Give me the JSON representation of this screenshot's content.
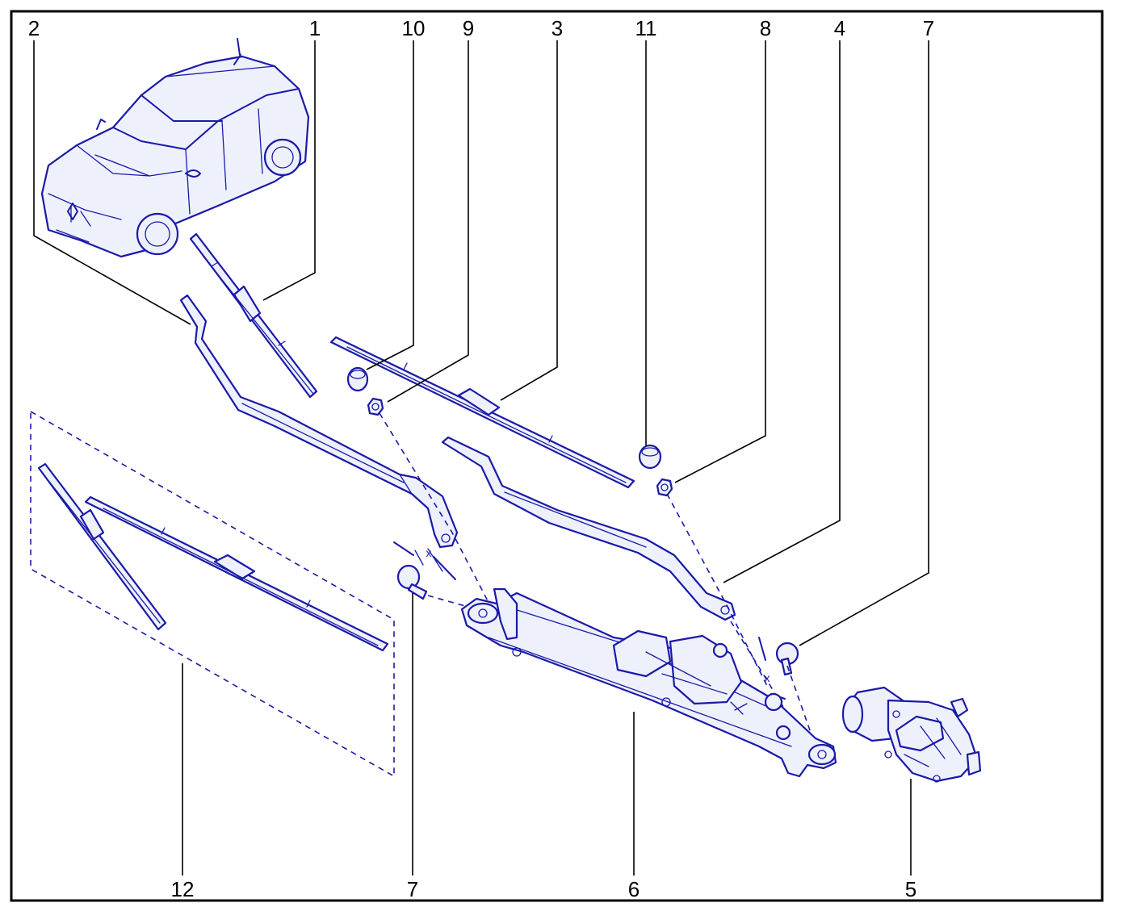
{
  "callouts": {
    "c2": "2",
    "c1": "1",
    "c10": "10",
    "c9": "9",
    "c3": "3",
    "c11": "11",
    "c8": "8",
    "c4": "4",
    "c7_top": "7",
    "c12": "12",
    "c7_bottom": "7",
    "c6": "6",
    "c5": "5"
  },
  "dimensions": {
    "x_left": "x",
    "x_right": "x"
  },
  "colors": {
    "line_art": "#1a1aa8",
    "fill": "#eef1fb",
    "frame": "#000000"
  }
}
